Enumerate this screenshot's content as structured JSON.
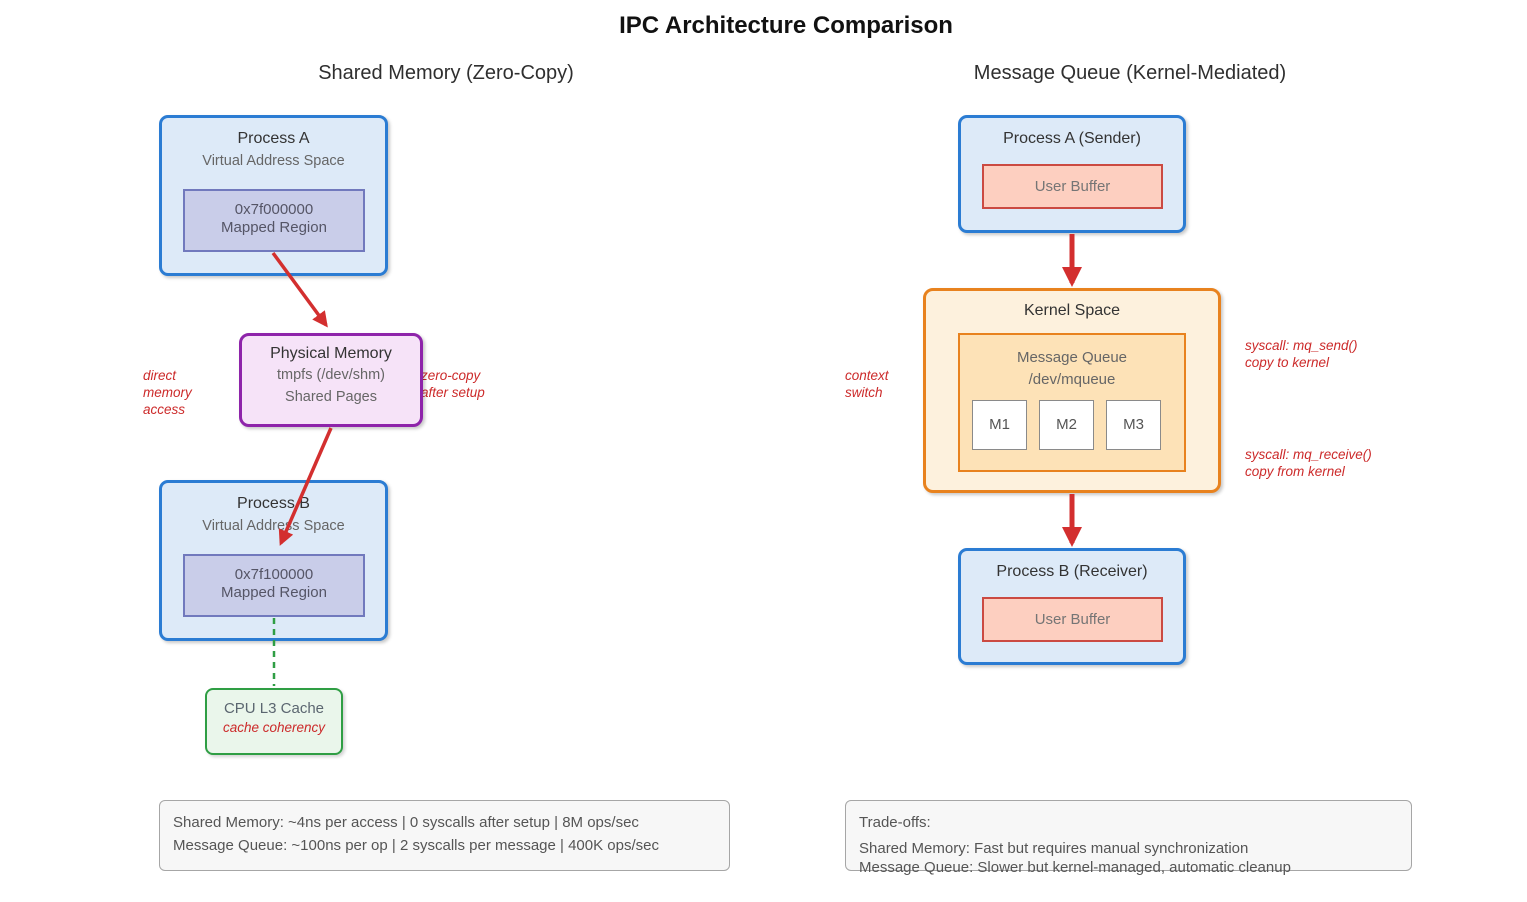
{
  "title": "IPC Architecture Comparison",
  "colors": {
    "process_fill": "#ddeaf8",
    "process_border": "#2b7cd3",
    "region_fill": "#c9cde9",
    "region_border": "#7179bd",
    "physical_fill": "#f6e3f8",
    "physical_border": "#8e24aa",
    "cache_fill": "#eaf6eb",
    "cache_border": "#2f9e44",
    "kernel_fill": "#fdf1dd",
    "kernel_border": "#e8821e",
    "queue_fill": "#fde2b7",
    "buffer_fill": "#fdcfc0",
    "buffer_border": "#cb4a42",
    "arrow_red": "#d32f2f",
    "dashed_green": "#2f9e44",
    "annotation_red": "#cc2a2a",
    "info_fill": "#f7f7f7",
    "info_border": "#a6a6a6"
  },
  "left": {
    "header": "Shared Memory (Zero-Copy)",
    "process_a": {
      "title": "Process A",
      "subtitle": "Virtual Address Space",
      "region": {
        "line1": "0x7f000000",
        "line2": "Mapped Region"
      }
    },
    "annotation_left": "direct\nmemory\naccess",
    "annotation_right": "zero-copy\nafter setup",
    "physical_memory": {
      "title": "Physical Memory",
      "line1": "tmpfs (/dev/shm)",
      "line2": "Shared Pages"
    },
    "process_b": {
      "title": "Process B",
      "subtitle": "Virtual Address Space",
      "region": {
        "line1": "0x7f100000",
        "line2": "Mapped Region"
      }
    },
    "cache": {
      "title": "CPU L3 Cache",
      "note": "cache coherency"
    },
    "stats": [
      "Shared Memory: ~4ns per access | 0 syscalls after setup | 8M ops/sec",
      "Message Queue: ~100ns per op | 2 syscalls per message | 400K ops/sec"
    ]
  },
  "right": {
    "header": "Message Queue (Kernel-Mediated)",
    "sender": {
      "title": "Process A (Sender)",
      "buffer": "User Buffer"
    },
    "annotation_context": "context\nswitch",
    "annotation_send": "syscall: mq_send()\ncopy to kernel",
    "annotation_receive": "syscall: mq_receive()\ncopy from kernel",
    "kernel": {
      "title": "Kernel Space",
      "queue_title": "Message Queue",
      "queue_path": "/dev/mqueue",
      "messages": [
        "M1",
        "M2",
        "M3"
      ]
    },
    "receiver": {
      "title": "Process B (Receiver)",
      "buffer": "User Buffer"
    },
    "tradeoffs": {
      "heading": "Trade-offs:",
      "lines": [
        "Shared Memory: Fast but requires manual synchronization",
        "Message Queue: Slower but kernel-managed, automatic cleanup"
      ]
    }
  }
}
